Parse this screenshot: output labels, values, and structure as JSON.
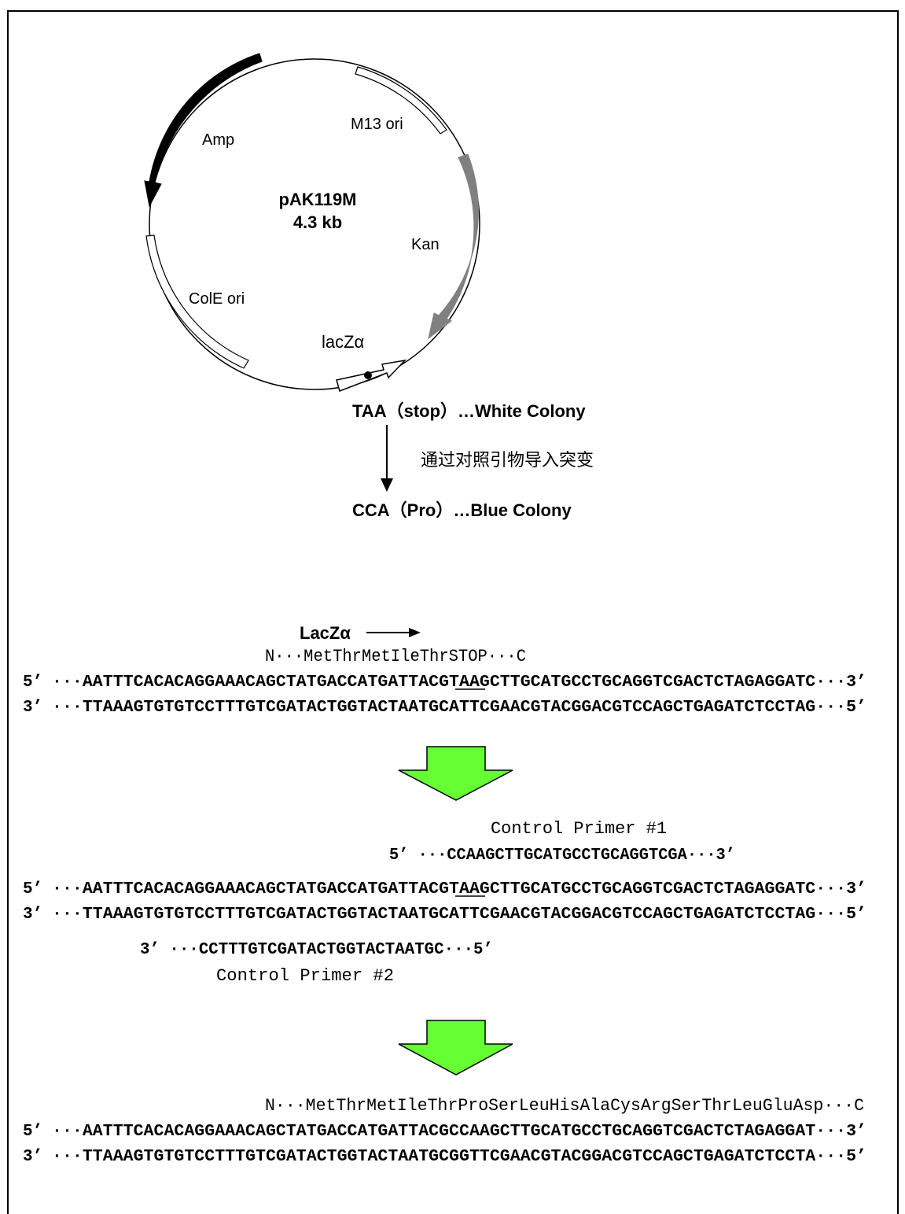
{
  "plasmid": {
    "name": "pAK119M",
    "size": "4.3 kb",
    "features": {
      "amp": "Amp",
      "m13": "M13 ori",
      "kan": "Kan",
      "cole": "ColE ori",
      "lacz": "lacZα"
    }
  },
  "mutation": {
    "before": "TAA（stop）…White Colony",
    "note": "通过对照引物导入突变",
    "after": "CCA（Pro）…Blue Colony"
  },
  "block1": {
    "gene_label": "LacZα",
    "aa": "N···MetThrMetIleThrSTOP···C",
    "top_prefix": "5’",
    "top": "···AATTTCACACAGGAAACAGCTATGACCATGATTACGTAAGCTTGCATGCCTGCAGGTCGACTCTAGAGGATC···3’",
    "bottom_prefix": "3’",
    "bottom": "···TTAAAGTGTGTCCTTTGTCGATACTGGTACTAATGCATTCGAACGTACGGACGTCCAGCTGAGATCTCCTAG···5’"
  },
  "block2": {
    "primer1_label": "Control Primer #1",
    "primer1": "5’ ···CCAAGCTTGCATGCCTGCAGGTCGA···3’",
    "top_prefix": "5’",
    "top": "···AATTTCACACAGGAAACAGCTATGACCATGATTACGTAAGCTTGCATGCCTGCAGGTCGACTCTAGAGGATC···3’",
    "bottom_prefix": "3’",
    "bottom": "···TTAAAGTGTGTCCTTTGTCGATACTGGTACTAATGCATTCGAACGTACGGACGTCCAGCTGAGATCTCCTAG···5’",
    "primer2": "3’ ···CCTTTGTCGATACTGGTACTAATGC···5’",
    "primer2_label": "Control Primer #2"
  },
  "block3": {
    "aa": "N···MetThrMetIleThrProSerLeuHisAlaCysArgSerThrLeuGluAsp···C",
    "top_prefix": "5’",
    "top": "···AATTTCACACAGGAAACAGCTATGACCATGATTACGCCAAGCTTGCATGCCTGCAGGTCGACTCTAGAGGAT···3’",
    "bottom_prefix": "3’",
    "bottom": "···TTAAAGTGTGTCCTTTGTCGATACTGGTACTAATGCGGTTCGAACGTACGGACGTCCAGCTGAGATCTCCTA···5’"
  },
  "colors": {
    "arrow_fill": "#66ff33",
    "kan": "#808080",
    "amp": "#000000"
  }
}
